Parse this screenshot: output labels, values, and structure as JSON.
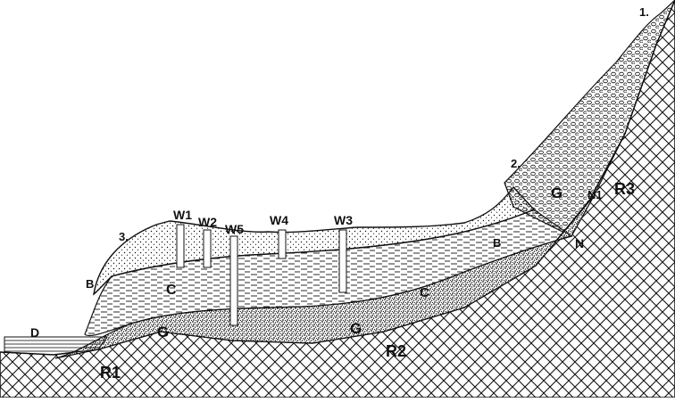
{
  "labels": {
    "point_1": "1.",
    "point_2": "2.",
    "point_3": "3.",
    "d": "D",
    "b_left": "B",
    "b_right": "B",
    "c_left": "C",
    "c_right": "C",
    "g_left": "G",
    "g_mid": "G",
    "g_upper": "G",
    "n_lower": "N",
    "n1": "N1",
    "r1": "R1",
    "r2": "R2",
    "r3": "R3",
    "w1": "W1",
    "w2": "W2",
    "w3": "W3",
    "w4": "W4",
    "w5": "W5"
  },
  "colors": {
    "ink": "#111111",
    "paper": "#ffffff"
  }
}
